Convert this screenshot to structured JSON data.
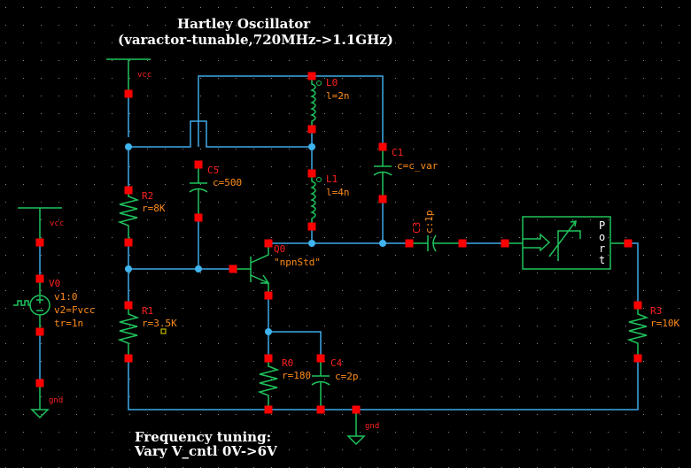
{
  "schematic": {
    "title_line1": "Hartley Oscillator",
    "title_line2": "(varactor-tunable,720MHz->1.1GHz)",
    "note_line1": "Frequency tuning:",
    "note_line2": "Vary V_cntl 0V->6V",
    "colors": {
      "background": "#000000",
      "wire": "#3fa9e8",
      "symbol": "#1fc45c",
      "pin": "#ff0000",
      "ref_label": "#ff2020",
      "value_label": "#ff8c1a",
      "node": "#3fb4f0"
    },
    "nets": {
      "vcc_main": "vcc",
      "vcc_source": "vcc",
      "gnd_source": "gnd",
      "gnd_main": "gnd"
    },
    "components": {
      "V0": {
        "ref": "V0",
        "p1": "v1:0",
        "p2": "v2=Fvcc",
        "p3": "tr=1n"
      },
      "R2": {
        "ref": "R2",
        "value": "r=8K"
      },
      "R1": {
        "ref": "R1",
        "value": "r=3.5K"
      },
      "R0": {
        "ref": "R0",
        "value": "r=180"
      },
      "R3": {
        "ref": "R3",
        "value": "r=10K"
      },
      "C5": {
        "ref": "C5",
        "value": "c=500"
      },
      "C1": {
        "ref": "C1",
        "value": "c=c_var"
      },
      "C3": {
        "ref": "C3",
        "value": "c:1p"
      },
      "C4": {
        "ref": "C4",
        "value": "c=2p"
      },
      "L0": {
        "ref": "L0",
        "value": "l=2n"
      },
      "L1": {
        "ref": "L1",
        "value": "l=4n"
      },
      "Q0": {
        "ref": "Q0",
        "model": "\"npnStd\""
      },
      "Port": {
        "label": [
          "P",
          "o",
          "r",
          "t"
        ]
      }
    }
  }
}
